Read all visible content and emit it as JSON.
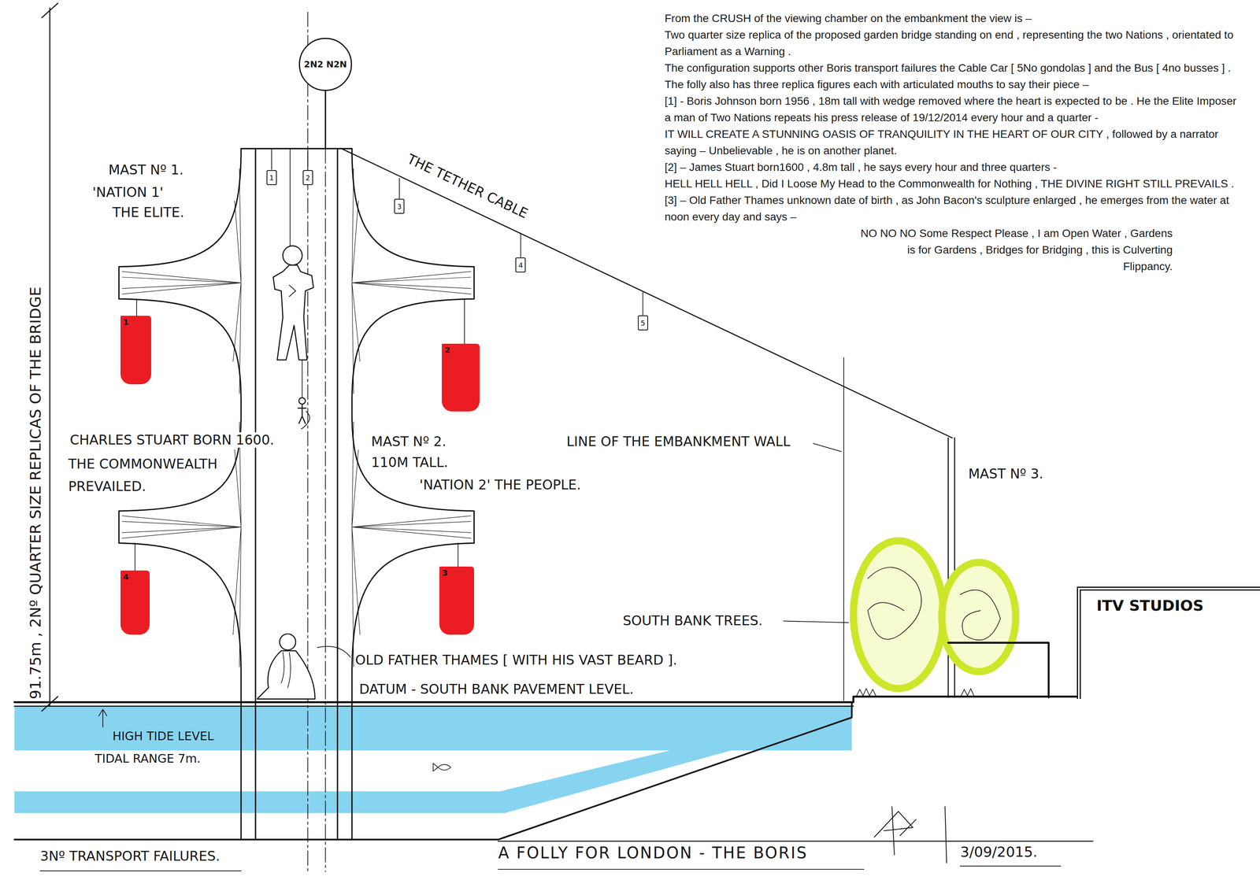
{
  "diagram": {
    "title": "A FOLLY FOR LONDON - THE BORIS",
    "nodes": [
      {
        "text": [
          "2N2 N2N"
        ]
      },
      {
        "text": [
          "1"
        ]
      },
      {
        "text": [
          "2"
        ]
      },
      {
        "text": [
          "3"
        ]
      },
      {
        "text": [
          "4"
        ]
      },
      {
        "text": [
          "5"
        ]
      },
      {
        "text": [
          "1"
        ]
      },
      {
        "text": [
          "2"
        ]
      },
      {
        "text": [
          "3"
        ]
      },
      {
        "text": [
          "4"
        ]
      },
      {
        "text": [
          "ITV STUDIOS"
        ]
      }
    ],
    "labels": [
      "From the CRUSH of the viewing chamber on the embankment the view is –",
      "Two quarter size replica of the proposed garden bridge standing on end , representing the two Nations , orientated to Parliament as a Warning .",
      "The configuration supports other Boris transport failures the Cable Car [ 5No gondolas ] and the Bus [ 4no busses ] .",
      "The folly also has three replica figures each with articulated mouths to say their piece –",
      "[1] - Boris Johnson born 1956 , 18m tall with wedge removed where the heart is expected to be . He the Elite Imposer a man of Two Nations repeats his press release of 19/12/2014 every hour and a quarter -",
      "IT WILL CREATE A STUNNING OASIS OF TRANQUILITY IN THE HEART OF OUR CITY , followed by a narrator saying – Unbelievable , he is on another planet.",
      "[2] – James Stuart born1600 , 4.8m tall , he says every hour and three quarters -",
      "HELL HELL HELL , Did I Loose My Head to the Commonwealth for Nothing , THE DIVINE RIGHT STILL PREVAILS .",
      "[3] – Old Father Thames unknown date of birth , as John Bacon's sculpture enlarged , he emerges from the water at noon every day and says –",
      "NO NO NO Some Respect Please , I am Open Water , Gardens is for Gardens , Bridges for Bridging , this is Culverting Flippancy.",
      "MAST Nº 1.",
      "'NATION 1'",
      "THE ELITE.",
      "THE TETHER CABLE",
      "91.75m , 2Nº QUARTER SIZE REPLICAS OF THE BRIDGE",
      "CHARLES STUART BORN 1600.",
      "THE COMMONWEALTH",
      "PREVAILED.",
      "MAST Nº 2.",
      "110M TALL.",
      "'NATION 2' THE PEOPLE.",
      "LINE OF THE EMBANKMENT WALL",
      "MAST Nº 3.",
      "SOUTH BANK TREES.",
      "OLD FATHER THAMES [ WITH HIS VAST BEARD ].",
      "DATUM - SOUTH BANK PAVEMENT LEVEL.",
      "HIGH TIDE LEVEL",
      "TIDAL RANGE 7m.",
      "3Nº TRANSPORT FAILURES.",
      "3/09/2015."
    ]
  }
}
